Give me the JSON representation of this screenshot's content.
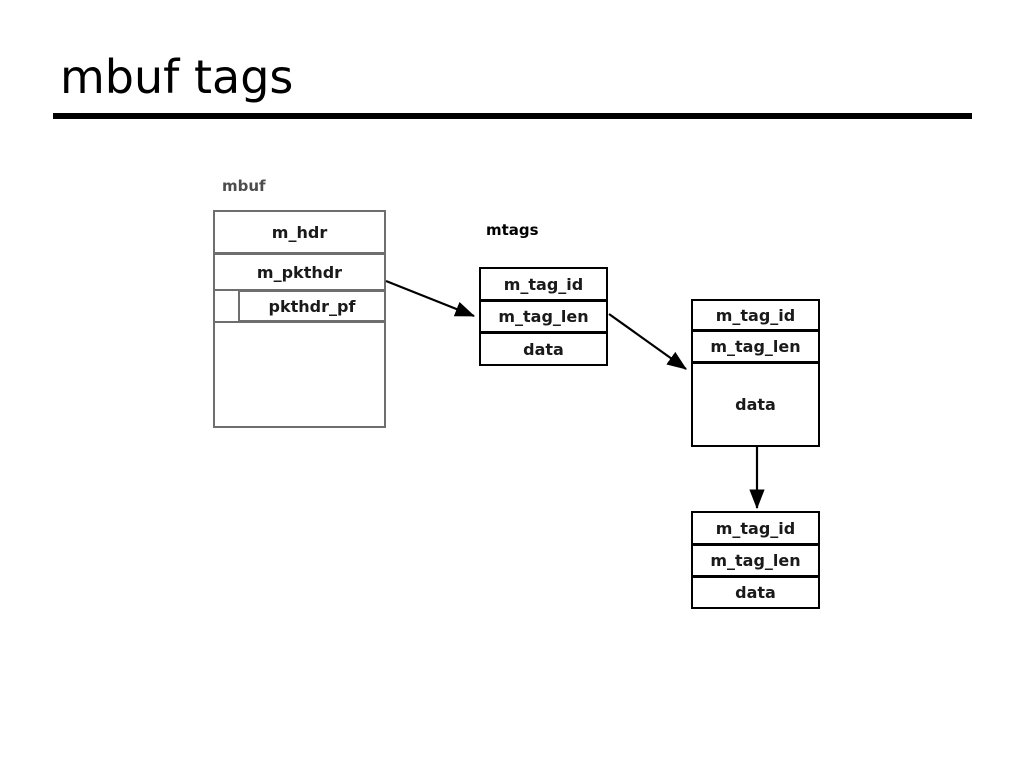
{
  "slide": {
    "title": "mbuf tags"
  },
  "diagram": {
    "labels": {
      "mbuf": "mbuf",
      "mtags": "mtags"
    },
    "mbuf_struct": {
      "name": "mbuf",
      "fields": [
        {
          "label": "m_hdr"
        },
        {
          "label": "m_pkthdr"
        },
        {
          "label": "pkthdr_pf"
        },
        {
          "label": ""
        }
      ]
    },
    "mtag_list": [
      {
        "name": "mtag-1",
        "fields": [
          {
            "label": "m_tag_id"
          },
          {
            "label": "m_tag_len"
          },
          {
            "label": "data"
          }
        ]
      },
      {
        "name": "mtag-2",
        "fields": [
          {
            "label": "m_tag_id"
          },
          {
            "label": "m_tag_len"
          },
          {
            "label": "data"
          }
        ]
      },
      {
        "name": "mtag-3",
        "fields": [
          {
            "label": "m_tag_id"
          },
          {
            "label": "m_tag_len"
          },
          {
            "label": "data"
          }
        ]
      }
    ],
    "connectors": [
      {
        "name": "mbuf-to-mtag1",
        "from": "m_pkthdr",
        "to": "mtag-1"
      },
      {
        "name": "mtag1-to-mtag2",
        "from": "mtag-1",
        "to": "mtag-2"
      },
      {
        "name": "mtag2-to-mtag3",
        "from": "mtag-2",
        "to": "mtag-3"
      }
    ]
  },
  "colors": {
    "rule": "#000000",
    "mbuf_border": "#6e6e6e",
    "mtag_border": "#000000",
    "text": "#1a1a1a",
    "background": "#ffffff"
  }
}
